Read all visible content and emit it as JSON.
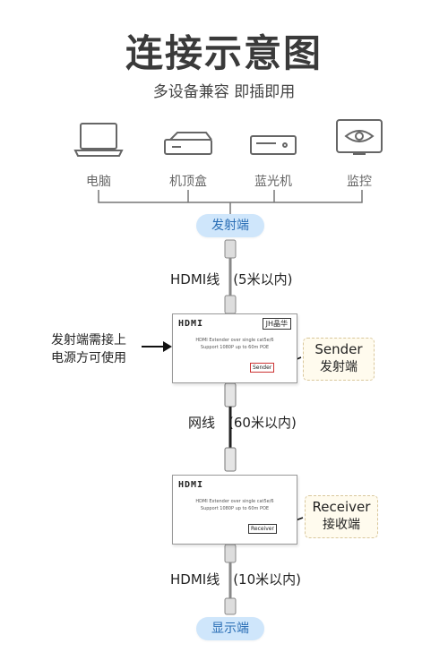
{
  "title": "连接示意图",
  "subtitle": "多设备兼容 即插即用",
  "devices": [
    {
      "label": "电脑",
      "icon": "laptop-icon"
    },
    {
      "label": "机顶盒",
      "icon": "set-top-box-icon"
    },
    {
      "label": "蓝光机",
      "icon": "bluray-player-icon"
    },
    {
      "label": "监控",
      "icon": "monitor-camera-icon"
    }
  ],
  "transmitter_pill": "发射端",
  "cable1": "HDMI线　(5米以内)",
  "power_note": [
    "发射端需接上",
    "电源方可使用"
  ],
  "sender_box": {
    "logo": "HDMI",
    "brand": "JH晶华",
    "line1": "HDMI Extender over single cat5e/6",
    "line2": "Support 1080P up to 60m POE",
    "tag": "Sender"
  },
  "sender_callout": {
    "en": "Sender",
    "cn": "发射端"
  },
  "cable2": "网线　(60米以内)",
  "receiver_box": {
    "logo": "HDMI",
    "line1": "HDMI Extender over single cat5e/6",
    "line2": "Support 1080P up to 60m POE",
    "tag": "Receiver"
  },
  "receiver_callout": {
    "en": "Receiver",
    "cn": "接收端"
  },
  "cable3": "HDMI线　(10米以内)",
  "display_pill": "显示端",
  "colors": {
    "accent_blue": "#cfe6fb",
    "pill_text": "#2a6eb5",
    "callout_border": "#d9c79c",
    "callout_bg": "#fffbee"
  }
}
